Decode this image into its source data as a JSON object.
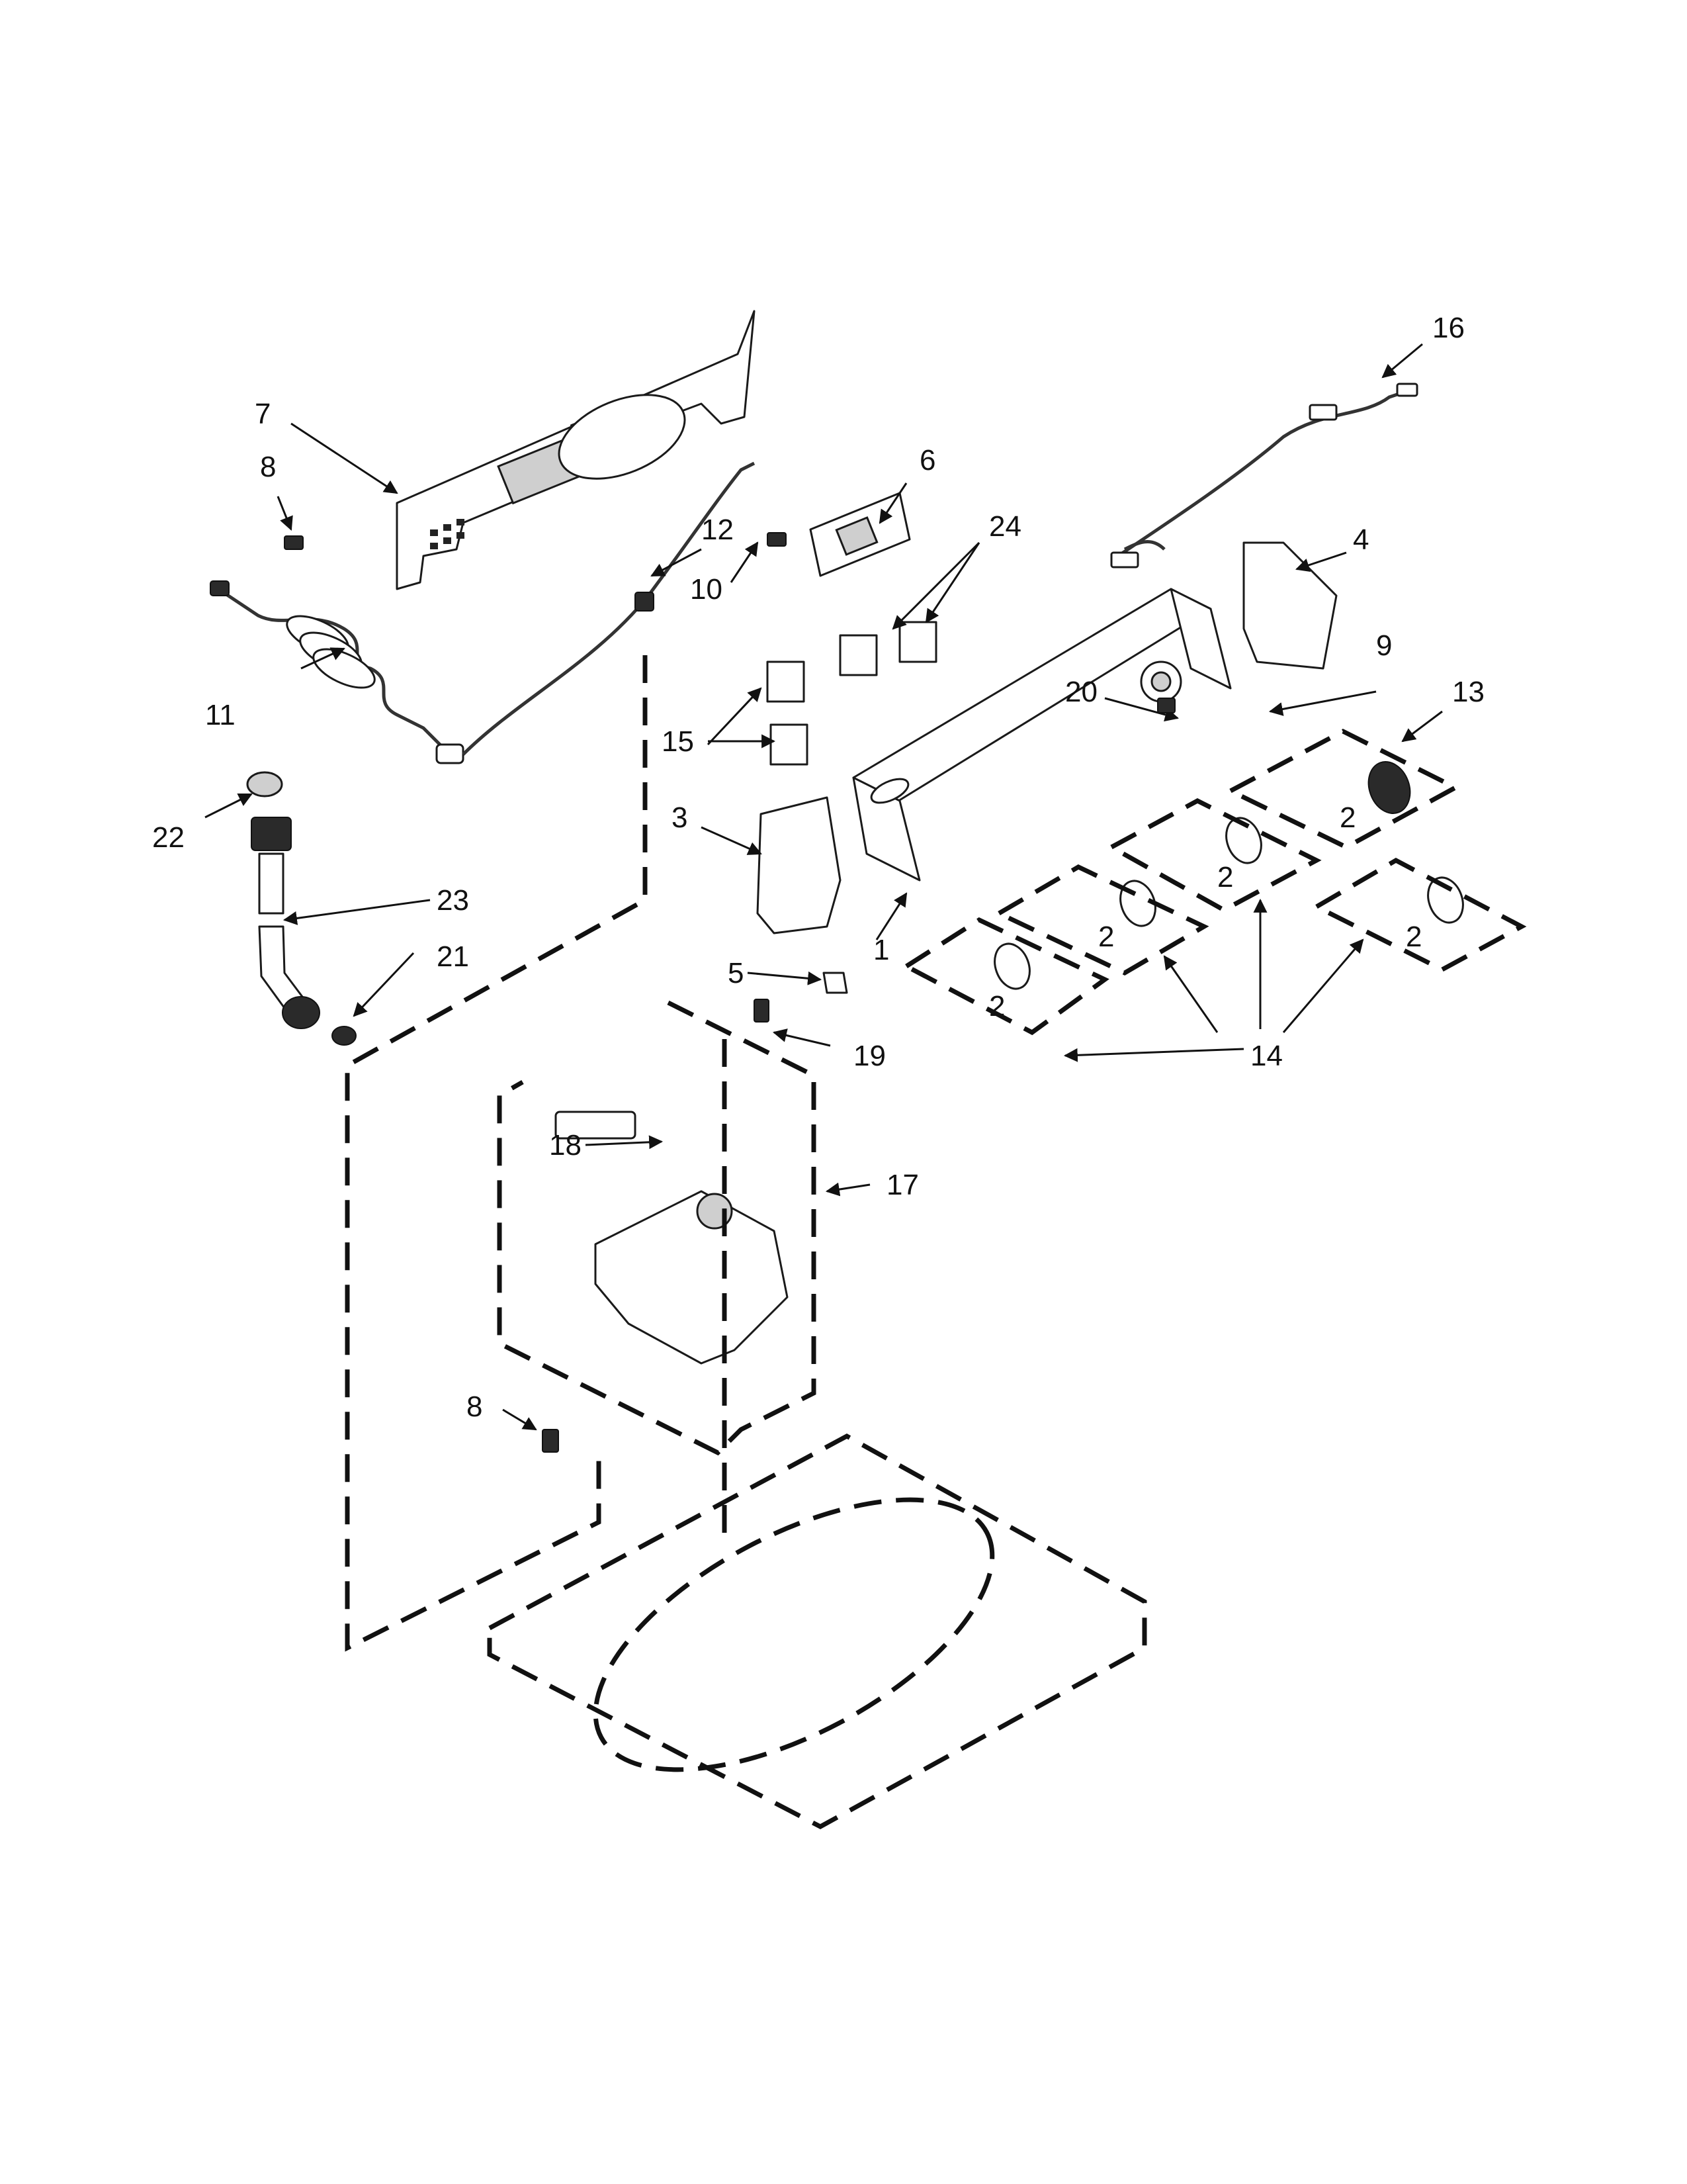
{
  "diagram": {
    "callouts": [
      "1",
      "2",
      "3",
      "4",
      "5",
      "6",
      "7",
      "8",
      "9",
      "10",
      "11",
      "12",
      "13",
      "14",
      "15",
      "16",
      "17",
      "18",
      "19",
      "20",
      "21",
      "22",
      "23",
      "24"
    ]
  },
  "labels": {
    "c1": "1",
    "c2a": "2",
    "c2b": "2",
    "c2c": "2",
    "c2d": "2",
    "c2e": "2",
    "c3": "3",
    "c4": "4",
    "c5": "5",
    "c6": "6",
    "c7": "7",
    "c8a": "8",
    "c8b": "8",
    "c9": "9",
    "c10": "10",
    "c11": "11",
    "c12": "12",
    "c13": "13",
    "c14": "14",
    "c15": "15",
    "c16": "16",
    "c17": "17",
    "c18": "18",
    "c19": "19",
    "c20": "20",
    "c21": "21",
    "c22": "22",
    "c23": "23",
    "c24": "24"
  }
}
